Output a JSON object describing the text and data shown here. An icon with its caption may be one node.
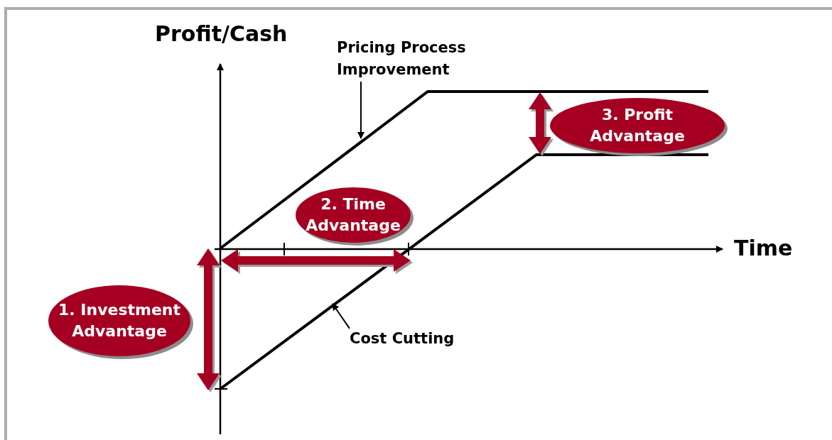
{
  "diagram": {
    "nodes": [
      {
        "text": [
          "1. Investment Advantage"
        ]
      },
      {
        "text": [
          "2. Time Advantage"
        ]
      },
      {
        "text": [
          "3. Profit Advantage"
        ]
      },
      {
        "text": [
          "Pricing Process Improvement"
        ]
      },
      {
        "text": [
          "Cost Cutting"
        ]
      }
    ],
    "edges": [
      {
        "from": 3,
        "to": null,
        "arrow": "to"
      },
      {
        "from": 4,
        "to": null,
        "arrow": "to"
      }
    ],
    "labels": [
      "Profit/Cash",
      "Time"
    ]
  }
}
